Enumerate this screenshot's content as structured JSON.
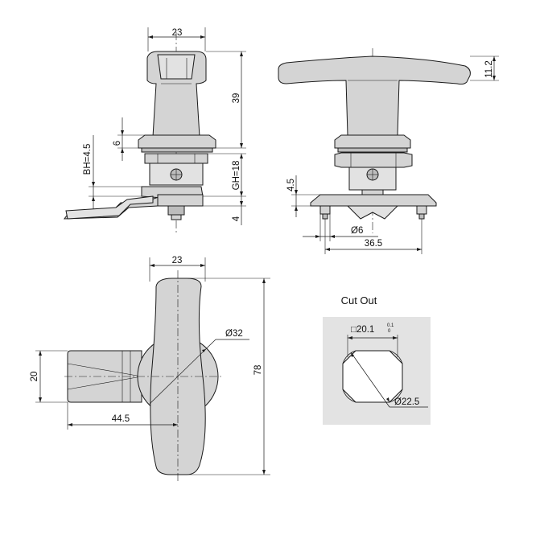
{
  "side_view_left": {
    "dim_top_width": "23",
    "dim_height_upper": "39",
    "dim_bezel": "6",
    "dim_bh": "BH=4.5",
    "dim_gh": "GH=18",
    "dim_bottom": "4"
  },
  "side_view_right": {
    "dim_handle_height": "11.2",
    "dim_base_height": "4.5",
    "dim_hole_dia": "Ø6",
    "dim_hole_spacing": "36.5"
  },
  "front_view": {
    "dim_top_width": "23",
    "dim_round_dia": "Ø32",
    "dim_total_height": "78",
    "dim_cam_width": "20",
    "dim_cam_length": "44.5"
  },
  "cut_out": {
    "title": "Cut Out",
    "dim_square": "□20.1",
    "tol_upper": "0.1",
    "tol_lower": "0",
    "dim_round": "Ø22.5"
  },
  "colors": {
    "part_fill": "#d4d4d4",
    "line": "#1a1a1a",
    "cutout_panel": "#e3e3e3"
  }
}
